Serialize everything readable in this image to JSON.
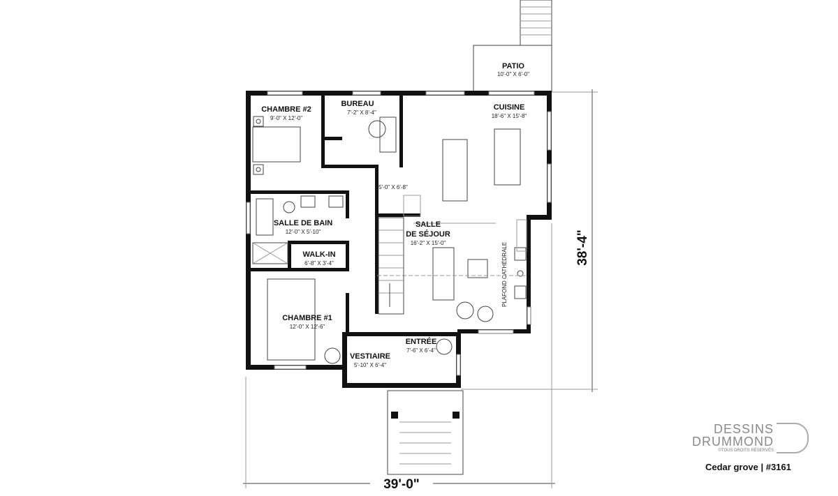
{
  "rooms": {
    "patio": {
      "name": "PATIO",
      "dims": "10'-0\" X 6'-0\""
    },
    "chambre2": {
      "name": "CHAMBRE #2",
      "dims": "9'-0\" X 12'-0\""
    },
    "bureau": {
      "name": "BUREAU",
      "dims": "7'-2\" X 8'-4\""
    },
    "cuisine": {
      "name": "CUISINE",
      "dims": "18'-6\" X 15'-8\""
    },
    "closet": {
      "dims": "5'-0\" X 6'-8\""
    },
    "salle_de_bain": {
      "name": "SALLE DE BAIN",
      "dims": "12'-0\" X 5'-10\""
    },
    "sejour": {
      "name1": "SALLE",
      "name2": "DE SÉJOUR",
      "dims": "16'-2\" X 15'-0\""
    },
    "walkin": {
      "name": "WALK-IN",
      "dims": "6'-8\" X 3'-4\""
    },
    "chambre1": {
      "name": "CHAMBRE #1",
      "dims": "12'-0\" X 12'-6\""
    },
    "entree": {
      "name": "ENTRÉE",
      "dims": "7'-6\" X 6'-4\""
    },
    "vestiaire": {
      "name": "VESTIAIRE",
      "dims": "5'-10\" X 6'-4\""
    }
  },
  "annotations": {
    "ceiling": "PLAFOND CATHÉDRALE"
  },
  "dimensions": {
    "depth": "38'-4\"",
    "width": "39'-0\""
  },
  "branding": {
    "line1": "DESSINS",
    "line2": "DRUMMOND",
    "copyright": "©TOUS DROITS RÉSERVÉS",
    "plan_name": "Cedar grove | #3161"
  }
}
